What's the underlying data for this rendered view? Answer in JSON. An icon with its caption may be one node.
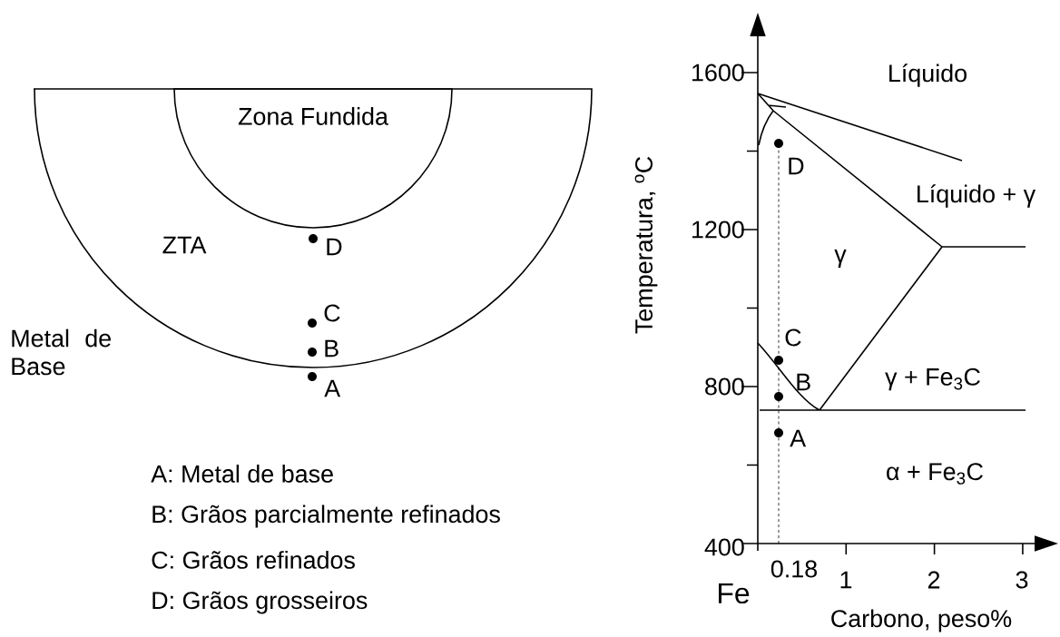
{
  "diagram": {
    "nodes": [
      {
        "text": [
          "ZTA"
        ]
      },
      {
        "text": [
          "Zona Fundida"
        ],
        "in": 0
      }
    ],
    "edges": [],
    "labels": [
      "D",
      "C",
      "B",
      "A",
      "Metal de Base",
      "A: Metal de base",
      "B: Grãos parcialmente refinados",
      "C: Grãos refinados",
      "D: Grãos grosseiros",
      "1600",
      "1200",
      "800",
      "400",
      "Temperatura, $^{o}$C",
      "Líquido",
      "Líquido + γ",
      "γ",
      "γ + Fe$_{3}$C",
      "α + Fe$_{3}$C",
      "D",
      "C",
      "B",
      "A",
      "Fe",
      "0.18",
      "1",
      "2",
      "3",
      "Carbono, peso%"
    ]
  }
}
